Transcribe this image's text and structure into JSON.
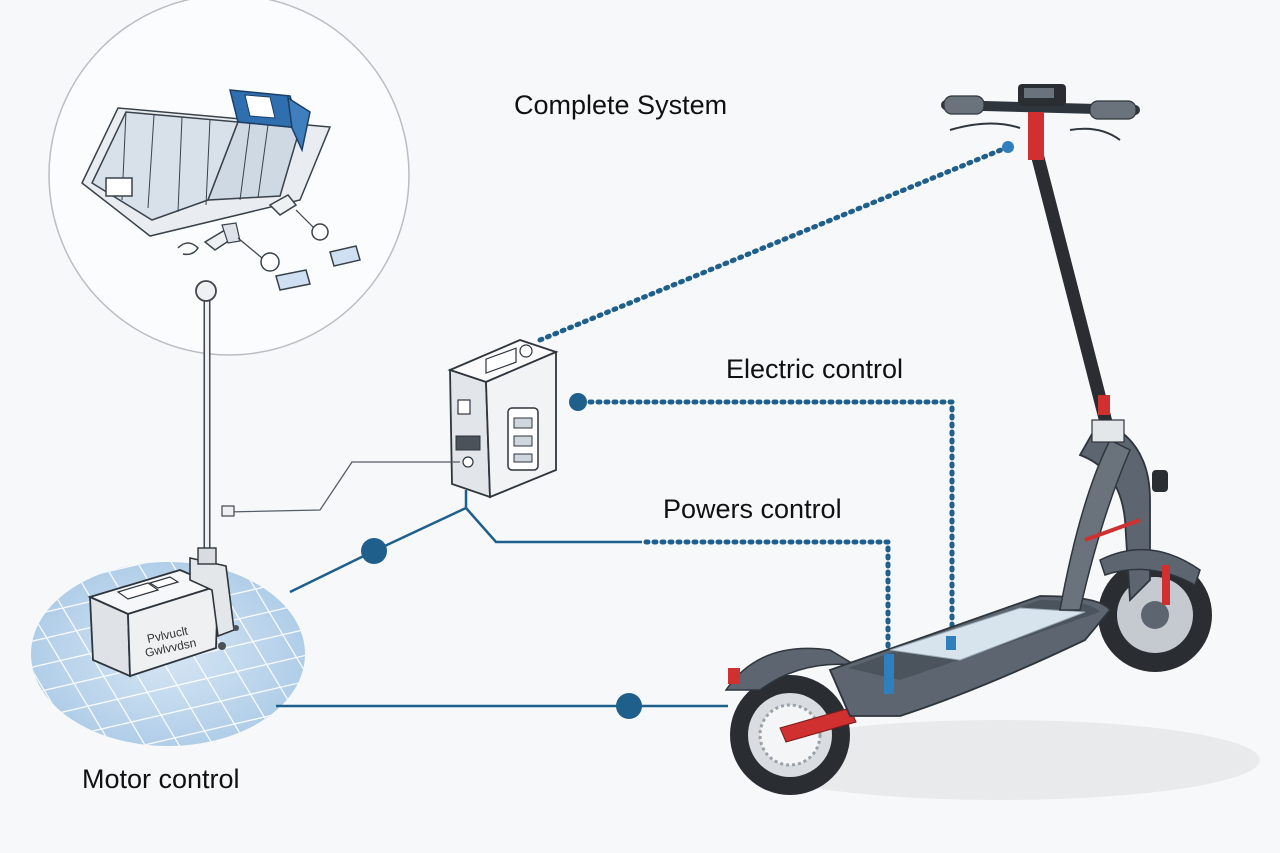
{
  "labels": {
    "title": "Complete System",
    "electric_control": "Electric control",
    "powers_control": "Powers control",
    "motor_control": "Motor control"
  },
  "motor_box_text": [
    "Pvlvuclt",
    "Gwlvvdsn"
  ],
  "colors": {
    "connector_blue": "#1f5f8b",
    "scooter_gray": "#5d6670",
    "accent_red": "#d03030",
    "grid_blue": "#b8d4ec"
  }
}
